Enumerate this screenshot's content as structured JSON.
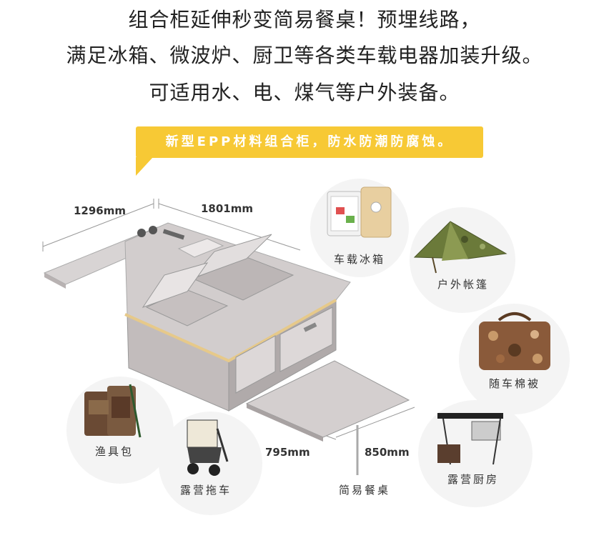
{
  "headline": {
    "line1": "组合柜延伸秒变简易餐桌！预埋线路，",
    "line2": "满足冰箱、微波炉、厨卫等各类车载电器加装升级。",
    "line3": "可适用水、电、煤气等户外装备。"
  },
  "banner": {
    "text": "新型EPP材料组合柜，防水防潮防腐蚀。",
    "color": "#f7c935"
  },
  "dimensions": {
    "depth": "1296mm",
    "length": "1801mm",
    "table_depth": "795mm",
    "table_height": "850mm"
  },
  "accessories": {
    "fridge": "车载冰箱",
    "tent": "户外帐篷",
    "quilt": "随车棉被",
    "fishing_bag": "渔具包",
    "camp_cart": "露营拖车",
    "table": "简易餐桌",
    "camp_kitchen": "露营厨房"
  },
  "colors": {
    "cabinet": "#c9c4c4",
    "cabinet_dark": "#a9a3a3",
    "edge": "#e6c98a",
    "tent": "#6b7a3a",
    "quilt": "#8a5a3a"
  }
}
